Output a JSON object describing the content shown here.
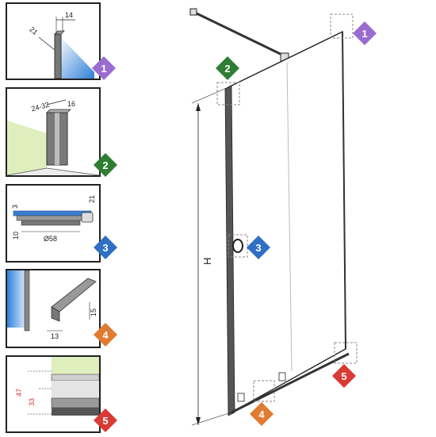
{
  "callouts": [
    {
      "number": "1",
      "color": "#9b6ccf"
    },
    {
      "number": "2",
      "color": "#2e7d32"
    },
    {
      "number": "3",
      "color": "#2f6fc4"
    },
    {
      "number": "4",
      "color": "#e07b31"
    },
    {
      "number": "5",
      "color": "#d93a34"
    }
  ],
  "detail1": {
    "dim_width": "14",
    "dim_angle": "21"
  },
  "detail2": {
    "dim_range": "24-32",
    "dim_depth": "16"
  },
  "detail3": {
    "dim_glass": "3",
    "dim_height": "21",
    "dim_base": "10",
    "dim_diameter": "Ø58"
  },
  "detail4": {
    "dim_width": "13",
    "dim_height": "15"
  },
  "detail5": {
    "dim_total": "47",
    "dim_inner": "33"
  },
  "main": {
    "height_label": "H"
  }
}
